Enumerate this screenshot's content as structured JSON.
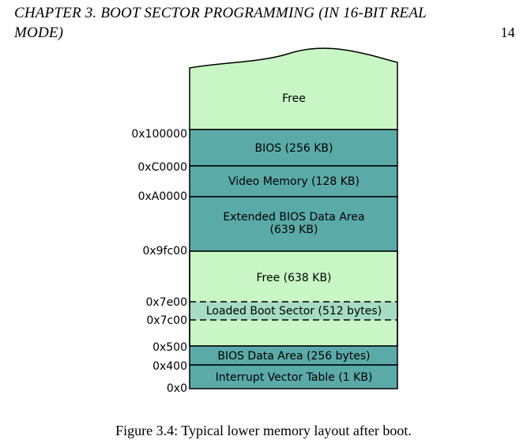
{
  "header": {
    "chapter_line1": "CHAPTER 3.  BOOT SECTOR PROGRAMMING (IN 16-BIT REAL",
    "chapter_line2": "MODE)",
    "page_number": "14"
  },
  "diagram": {
    "regions": [
      {
        "id": "free-top",
        "label": "Free",
        "color": "#c8f7c5"
      },
      {
        "id": "bios",
        "label": "BIOS (256 KB)",
        "color": "#5aaaa8"
      },
      {
        "id": "video-memory",
        "label": "Video Memory (128 KB)",
        "color": "#5aaaa8"
      },
      {
        "id": "ebda",
        "label_line1": "Extended BIOS Data Area",
        "label_line2": "(639 KB)",
        "color": "#5aaaa8"
      },
      {
        "id": "free-638",
        "label": "Free (638 KB)",
        "color": "#c8f7c5"
      },
      {
        "id": "boot-sector",
        "label": "Loaded Boot Sector (512 bytes)",
        "color": "#a6dcc4"
      },
      {
        "id": "bios-data-area",
        "label": "BIOS Data Area (256 bytes)",
        "color": "#5aaaa8"
      },
      {
        "id": "ivt",
        "label": "Interrupt Vector Table (1 KB)",
        "color": "#5aaaa8"
      }
    ],
    "addresses": [
      "0x100000",
      "0xC0000",
      "0xA0000",
      "0x9fc00",
      "0x7e00",
      "0x7c00",
      "0x500",
      "0x400",
      "0x0"
    ]
  },
  "caption": "Figure 3.4:  Typical lower memory layout after boot."
}
